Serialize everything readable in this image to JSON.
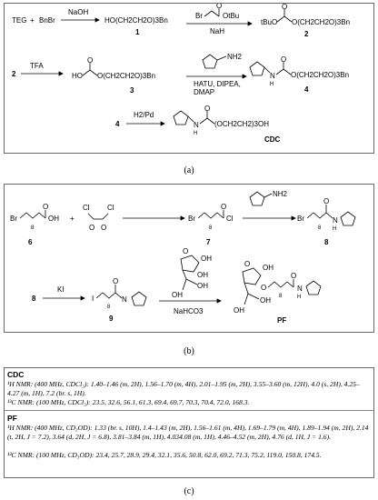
{
  "scheme_a": {
    "teg": "TEG",
    "plus": "+",
    "bnbr": "BnBr",
    "naoh": "NaOH",
    "cmpd1_formula": "HO(CH2CH2O)3Bn",
    "cmpd1_num": "1",
    "br": "Br",
    "otbu": "OtBu",
    "o": "O",
    "nah": "NaH",
    "cmpd2_otbu": "tBuO",
    "cmpd2_chain": "O(CH2CH2O)3Bn",
    "cmpd2_num": "2",
    "row2_start": "2",
    "tfa": "TFA",
    "cmpd3_ho": "HO",
    "cmpd3_chain": "O(CH2CH2O)3Bn",
    "cmpd3_num": "3",
    "nh2": "NH2",
    "reagents2": "HATU, DIPEA,",
    "reagents3": "DMAP",
    "nh": "N",
    "h": "H",
    "cmpd4_chain": "O(CH2CH2O)3Bn",
    "cmpd4_num": "4",
    "row3_start": "4",
    "h2pd": "H2/Pd",
    "cdc_chain": "(OCH2CH2)3OH",
    "cdc_label": "CDC"
  },
  "scheme_b": {
    "br": "Br",
    "oh": "OH",
    "sub8": "8",
    "cl": "Cl",
    "plus": "+",
    "cmpd6": "6",
    "cmpd7": "7",
    "cmpd8": "8",
    "nh2": "NH2",
    "nh": "H",
    "row2_start": "8",
    "ki": "KI",
    "i": "I",
    "cmpd9": "9",
    "oh2": "OH",
    "nahco3": "NaHCO3",
    "pf": "PF"
  },
  "captions": {
    "a": "(a)",
    "b": "(b)",
    "c": "(c)"
  },
  "nmr": {
    "cdc_title": "CDC",
    "cdc_h": "¹H NMR: (400 MHz, CDCl₃): 1.40–1.46 (m, 2H), 1.56–1.70 (m, 4H), 2.01–1.95 (m, 2H), 3.55–3.60 (m, 12H), 4.0 (s, 2H), 4.25–4.27 (m, 1H), 7.2 (br. s, 1H).",
    "cdc_c": "¹³C NMR: (100 MHz, CDCl₃): 23.5, 32.6, 56.1, 61.3, 69.4, 69.7, 70.3, 70.4, 72.0, 168.3.",
    "pf_title": "PF",
    "pf_h": "¹H NMR: (400 MHz, CD₃OD): 1.33 (br. s, 10H), 1.4–1.43 (m, 2H), 1.56–1.61 (m, 4H), 1.69–1.79 (m, 4H), 1.89–1.94 (m, 2H), 2.14 (t, 2H, J = 7.2), 3.64 (d, 2H, J = 6.8), 3.81–3.84 (m, 1H), 4.034.08 (m, 1H), 4.46–4.52 (m, 2H), 4.76 (d, 1H, J = 1.6).",
    "pf_c": "¹³C NMR: (100 MHz, CD₃OD): 23.4, 25.7, 28.9, 29.4, 32.1, 35.6, 50.8, 62.0, 69.2, 71.3, 75.2, 119.0, 150.8, 174.5."
  }
}
